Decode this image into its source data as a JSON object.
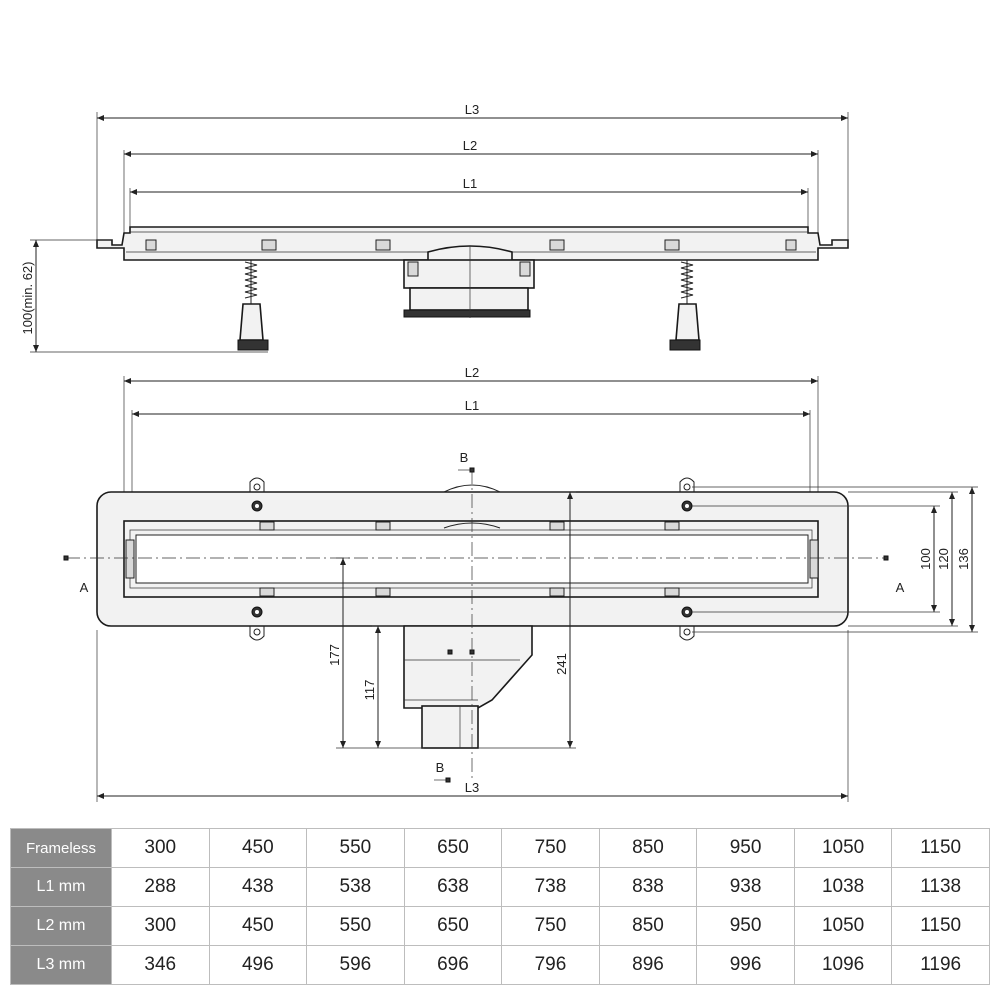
{
  "side_view": {
    "dim_L3": "L3",
    "dim_L2": "L2",
    "dim_L1": "L1",
    "dim_height": "100(min. 62)"
  },
  "top_view": {
    "dim_L2": "L2",
    "dim_L1": "L1",
    "dim_L3": "L3",
    "section_B_top": "B",
    "section_B_bottom": "B",
    "section_A_left": "A",
    "section_A_right": "A",
    "dim_177": "177",
    "dim_117": "117",
    "dim_241": "241",
    "dim_100": "100",
    "dim_120": "120",
    "dim_136": "136"
  },
  "table": {
    "rows": [
      {
        "label": "Frameless",
        "values": [
          "300",
          "450",
          "550",
          "650",
          "750",
          "850",
          "950",
          "1050",
          "1150"
        ]
      },
      {
        "label": "L1 mm",
        "values": [
          "288",
          "438",
          "538",
          "638",
          "738",
          "838",
          "938",
          "1038",
          "1138"
        ]
      },
      {
        "label": "L2 mm",
        "values": [
          "300",
          "450",
          "550",
          "650",
          "750",
          "850",
          "950",
          "1050",
          "1150"
        ]
      },
      {
        "label": "L3 mm",
        "values": [
          "346",
          "496",
          "596",
          "696",
          "796",
          "896",
          "996",
          "1096",
          "1196"
        ]
      }
    ]
  }
}
